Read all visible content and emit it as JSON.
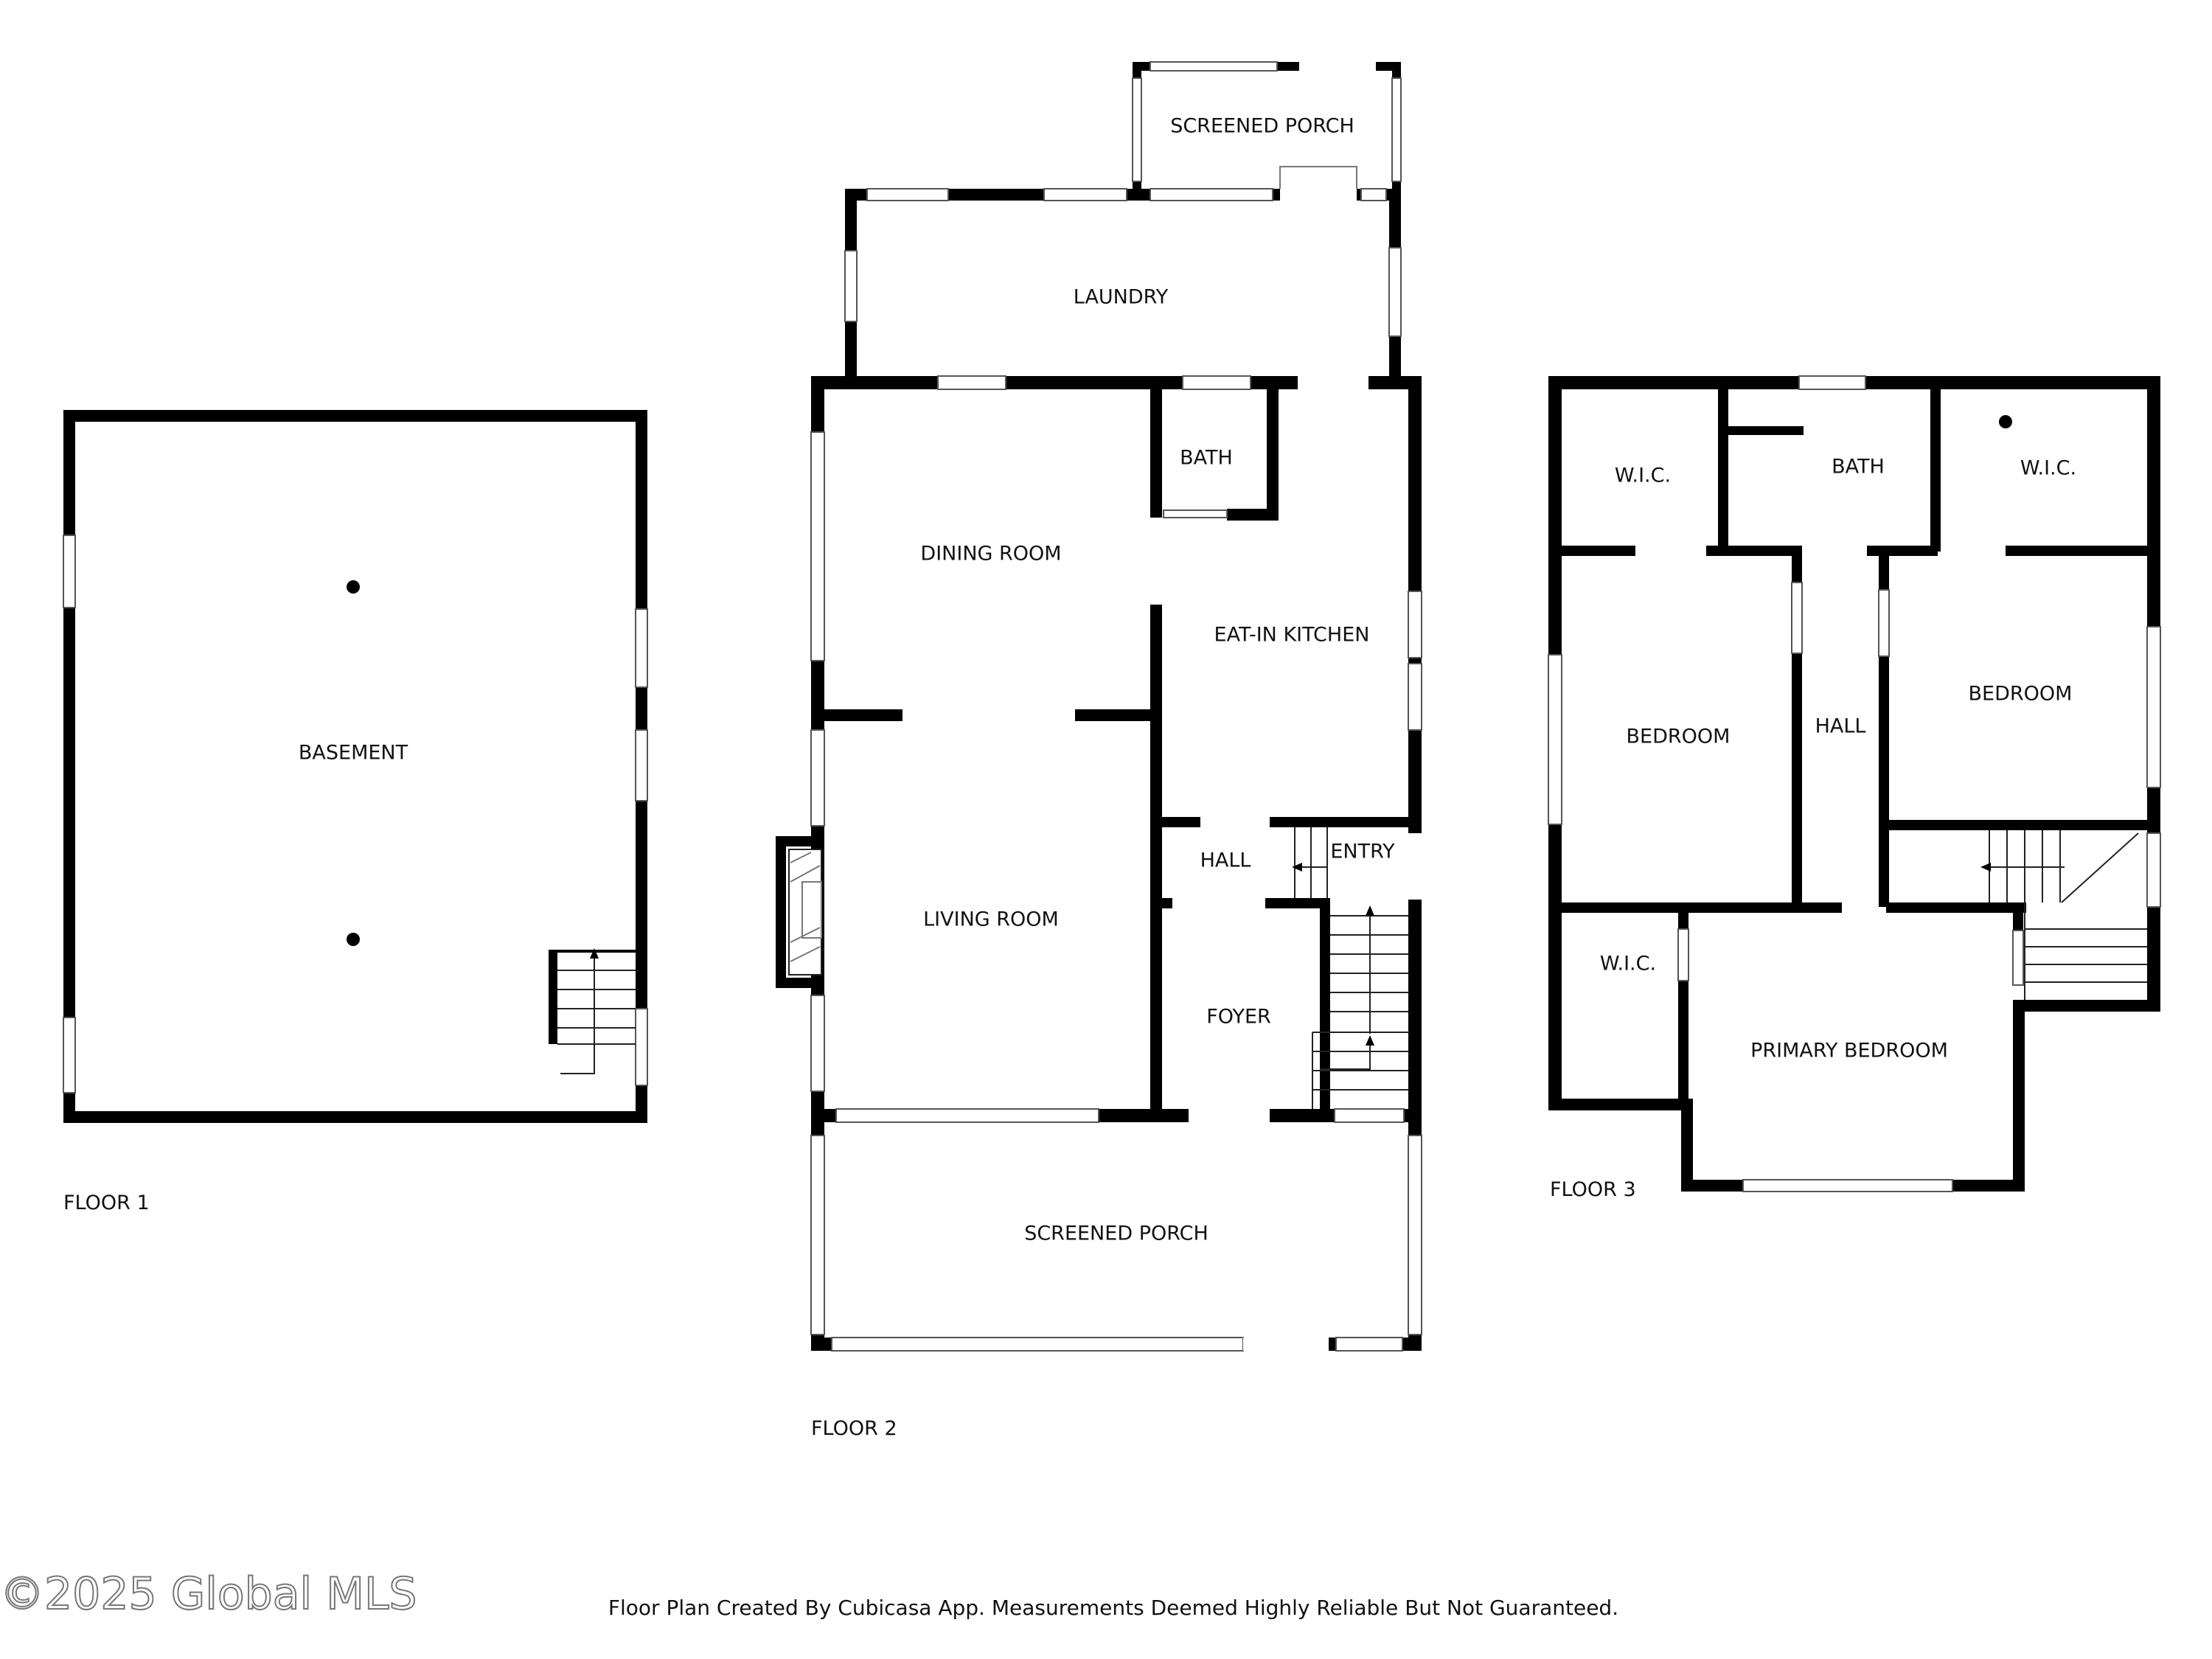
{
  "floors": [
    {
      "label": "FLOOR 1",
      "rooms": [
        "BASEMENT"
      ]
    },
    {
      "label": "FLOOR 2",
      "rooms": [
        "SCREENED PORCH",
        "LAUNDRY",
        "DINING ROOM",
        "BATH",
        "EAT-IN KITCHEN",
        "HALL",
        "ENTRY",
        "LIVING ROOM",
        "FOYER",
        "SCREENED PORCH"
      ]
    },
    {
      "label": "FLOOR 3",
      "rooms": [
        "W.I.C.",
        "BATH",
        "W.I.C.",
        "BEDROOM",
        "HALL",
        "BEDROOM",
        "W.I.C.",
        "PRIMARY BEDROOM"
      ]
    }
  ],
  "footer": "Floor Plan Created By Cubicasa App. Measurements Deemed Highly Reliable But Not Guaranteed.",
  "watermark": "©2025 Global MLS"
}
